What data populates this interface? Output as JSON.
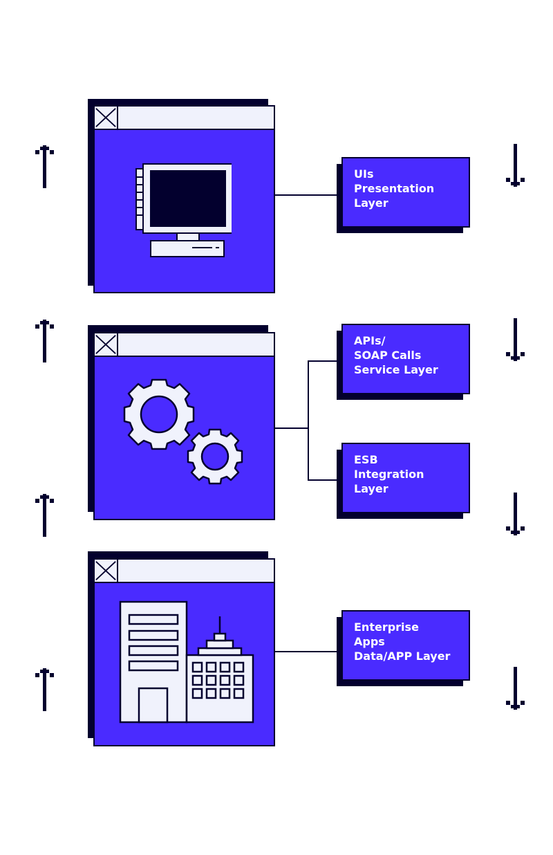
{
  "colors": {
    "accent": "#4a2bff",
    "ink": "#03002e",
    "light": "#f0f2fc",
    "background": "#ffffff"
  },
  "windows": [
    {
      "icon": "computer-monitor-icon"
    },
    {
      "icon": "gears-icon"
    },
    {
      "icon": "office-buildings-icon"
    }
  ],
  "layers": [
    {
      "lines": [
        "UIs",
        "Presentation",
        "Layer"
      ]
    },
    {
      "lines": [
        "APIs/",
        "SOAP Calls",
        "Service Layer"
      ]
    },
    {
      "lines": [
        "ESB",
        "Integration",
        "Layer"
      ]
    },
    {
      "lines": [
        "Enterprise",
        "Apps",
        "Data/APP Layer"
      ]
    }
  ],
  "arrows": {
    "left": "up-arrow-icon",
    "right": "down-arrow-icon"
  }
}
